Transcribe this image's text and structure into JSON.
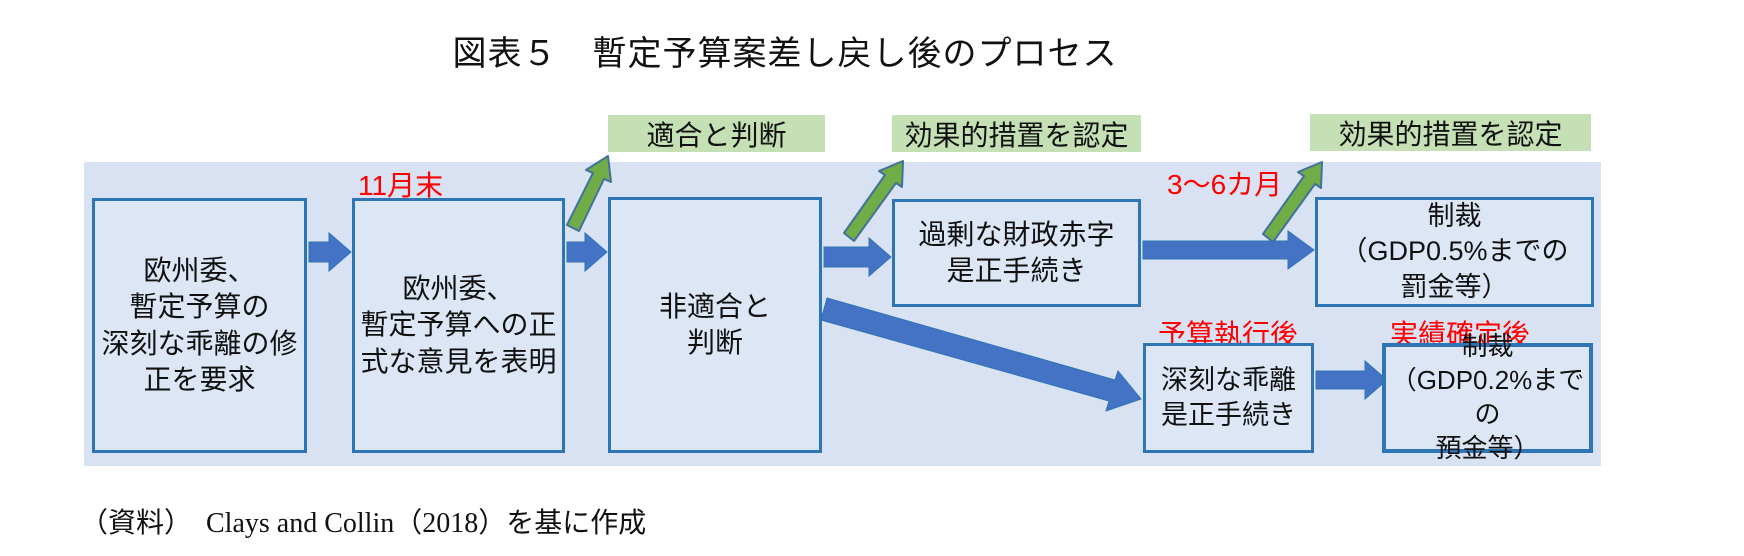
{
  "title": "図表５　暫定予算案差し戻し後のプロセス",
  "caption": "（資料）　Clays and Collin（2018）を基に作成",
  "green_labels": [
    {
      "text": "適合と判断"
    },
    {
      "text": "効果的措置を認定"
    },
    {
      "text": "効果的措置を認定"
    }
  ],
  "red_annotations": {
    "november_end": "11月末",
    "three_to_six_months": "3～6カ月",
    "after_budget_execution": "予算執行後",
    "after_results_confirmed": "実績確定後"
  },
  "boxes": {
    "box1": "欧州委、\n暫定予算の\n深刻な乖離の修\n正を要求",
    "box2": "欧州委、\n暫定予算への正\n式な意見を表明",
    "box3": "非適合と\n判断",
    "box4": "過剰な財政赤字\n是正手続き",
    "box5": "制裁\n（GDP0.5%までの\n罰金等）",
    "box6": "深刻な乖離\n是正手続き",
    "box7": "制裁\n（GDP0.2%までの\n預金等）"
  },
  "colors": {
    "band_background": "#d9e2f3",
    "box_fill": "#dde6f5",
    "box_border": "#2e75b6",
    "blue_arrow": "#4472c4",
    "green_arrow": "#70ad47",
    "green_label_background": "#c5e0b4",
    "red_annotation": "#ff0000"
  }
}
